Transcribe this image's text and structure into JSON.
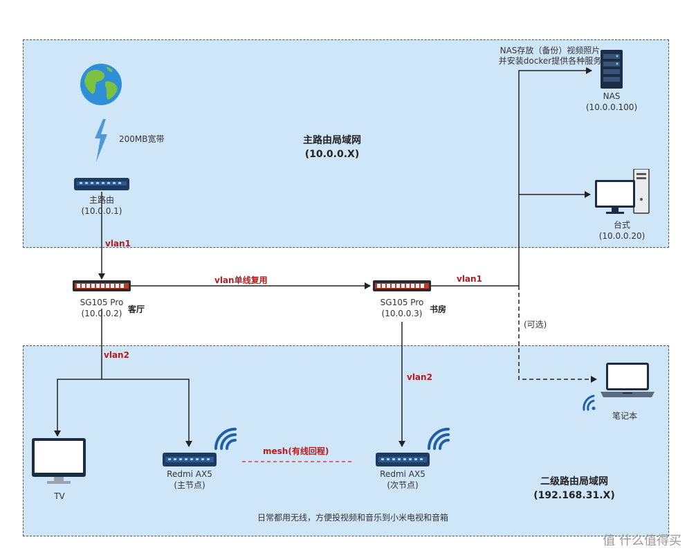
{
  "zones": {
    "main": {
      "title": "主路由局域网",
      "subnet": "(10.0.0.X)"
    },
    "secondary": {
      "title": "二级路由局域网",
      "subnet": "(192.168.31.X)"
    }
  },
  "broadband": "200MB宽带",
  "nodes": {
    "main_router": {
      "name": "主路由",
      "ip": "(10.0.0.1)"
    },
    "sw_living": {
      "name": "SG105 Pro",
      "ip": "(10.0.0.2)",
      "room": "客厅"
    },
    "sw_study": {
      "name": "SG105 Pro",
      "ip": "(10.0.0.3)",
      "room": "书房"
    },
    "nas": {
      "name": "NAS",
      "ip": "(10.0.0.100)",
      "note1": "NAS存放（备份）视频照片",
      "note2": "并安装docker提供各种服务"
    },
    "desktop": {
      "name": "台式",
      "ip": "(10.0.0.20)"
    },
    "laptop": {
      "name": "笔记本"
    },
    "tv": {
      "name": "TV"
    },
    "ax5_main": {
      "name": "Redmi AX5",
      "role": "(主节点)"
    },
    "ax5_sub": {
      "name": "Redmi AX5",
      "role": "(次节点)"
    }
  },
  "links": {
    "vlan1_a": "vlan1",
    "vlan_trunk": "vlan单线复用",
    "vlan1_b": "vlan1",
    "vlan2_a": "vlan2",
    "vlan2_b": "vlan2",
    "mesh": "mesh(有线回程)",
    "optional": "(可选)"
  },
  "footer_note": "日常都用无线，方便投视频和音乐到小米电视和音箱",
  "watermark": "值 什么值得买",
  "colors": {
    "zone_fill": "#cfe5f8",
    "vlan_text": "#b71c1c",
    "wifi": "#1e5fa8"
  }
}
